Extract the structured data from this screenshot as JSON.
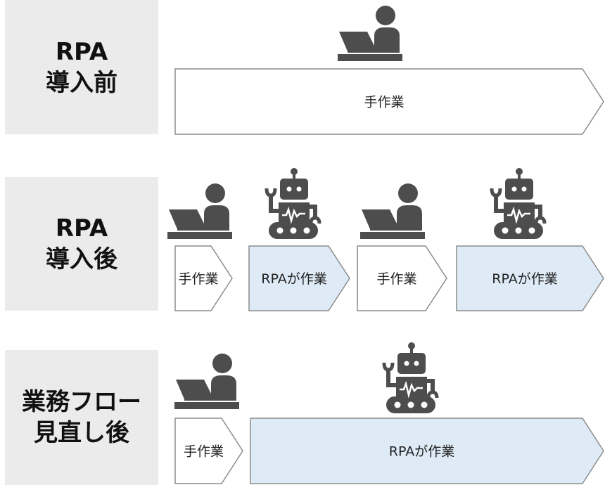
{
  "rows": [
    {
      "label_line1": "RPA",
      "label_line2": "導入前",
      "steps": [
        {
          "text": "手作業",
          "type": "manual"
        }
      ]
    },
    {
      "label_line1": "RPA",
      "label_line2": "導入後",
      "steps": [
        {
          "text": "手作業",
          "type": "manual"
        },
        {
          "text": "RPAが作業",
          "type": "rpa"
        },
        {
          "text": "手作業",
          "type": "manual"
        },
        {
          "text": "RPAが作業",
          "type": "rpa"
        }
      ]
    },
    {
      "label_line1": "業務フロー",
      "label_line2": "見直し後",
      "steps": [
        {
          "text": "手作業",
          "type": "manual"
        },
        {
          "text": "RPAが作業",
          "type": "rpa"
        }
      ]
    }
  ],
  "colors": {
    "manual_fill": "#ffffff",
    "rpa_fill": "#deebf7",
    "stroke": "#8c8c8c",
    "icon": "#4d4d4d",
    "label_bg": "#ebebeb"
  }
}
